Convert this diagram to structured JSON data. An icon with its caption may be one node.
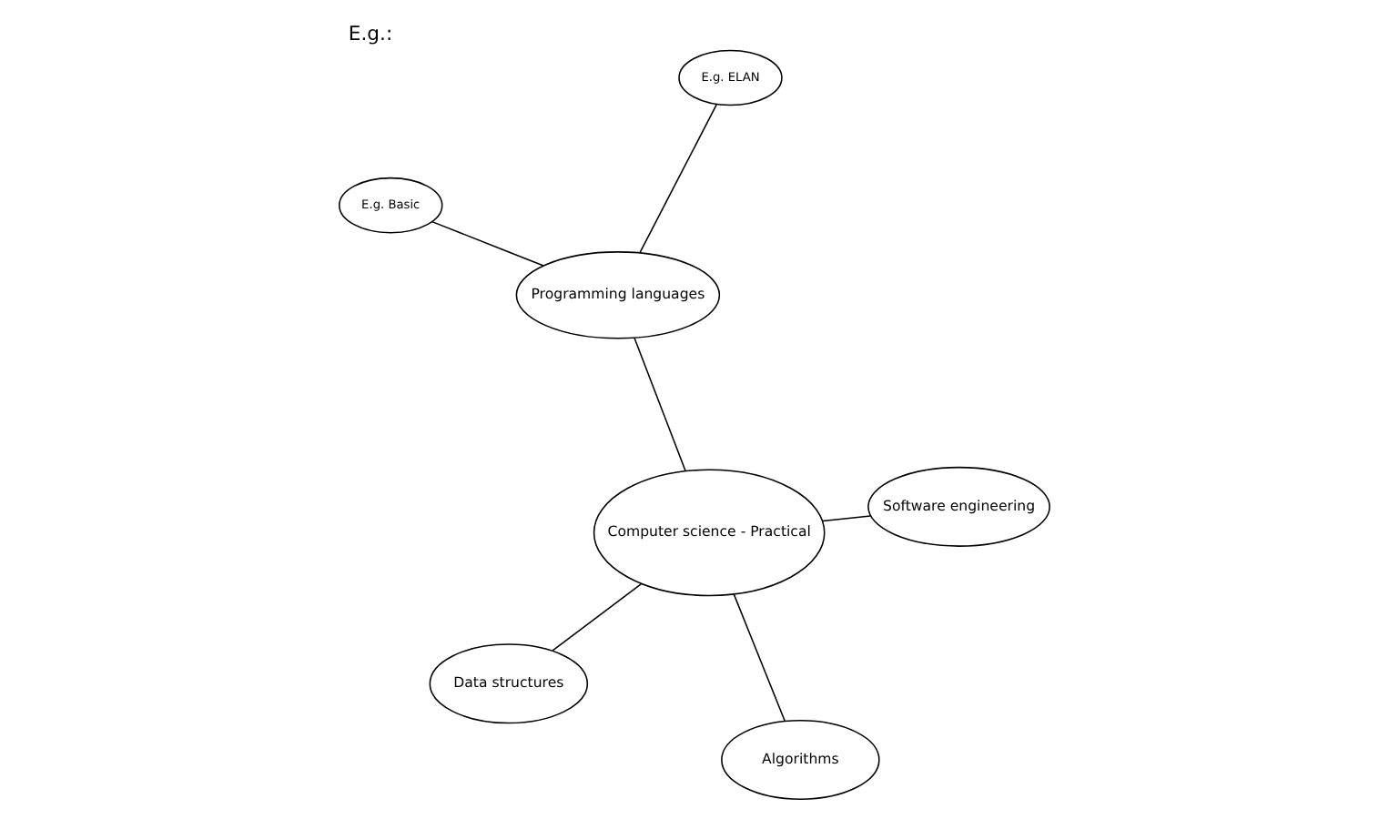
{
  "diagram": {
    "title": "E.g.:",
    "nodes": [
      {
        "text": [
          "Data structures"
        ]
      },
      {
        "text": [
          "Algorithms"
        ]
      },
      {
        "text": [
          "Computer science - Practical"
        ]
      },
      {
        "text": [
          "E.g. Basic"
        ]
      },
      {
        "text": [
          "E.g. ELAN"
        ]
      },
      {
        "text": [
          "Software engineering"
        ]
      },
      {
        "text": [
          "Programming languages"
        ]
      }
    ],
    "edges": [
      {
        "from": 0,
        "to": 2,
        "arrow": "none"
      },
      {
        "from": 1,
        "to": 2,
        "arrow": "none"
      },
      {
        "from": 2,
        "to": 5,
        "arrow": "none"
      },
      {
        "from": 2,
        "to": 6,
        "arrow": "none"
      },
      {
        "from": 6,
        "to": 3,
        "arrow": "none"
      },
      {
        "from": 6,
        "to": 4,
        "arrow": "none"
      }
    ]
  }
}
